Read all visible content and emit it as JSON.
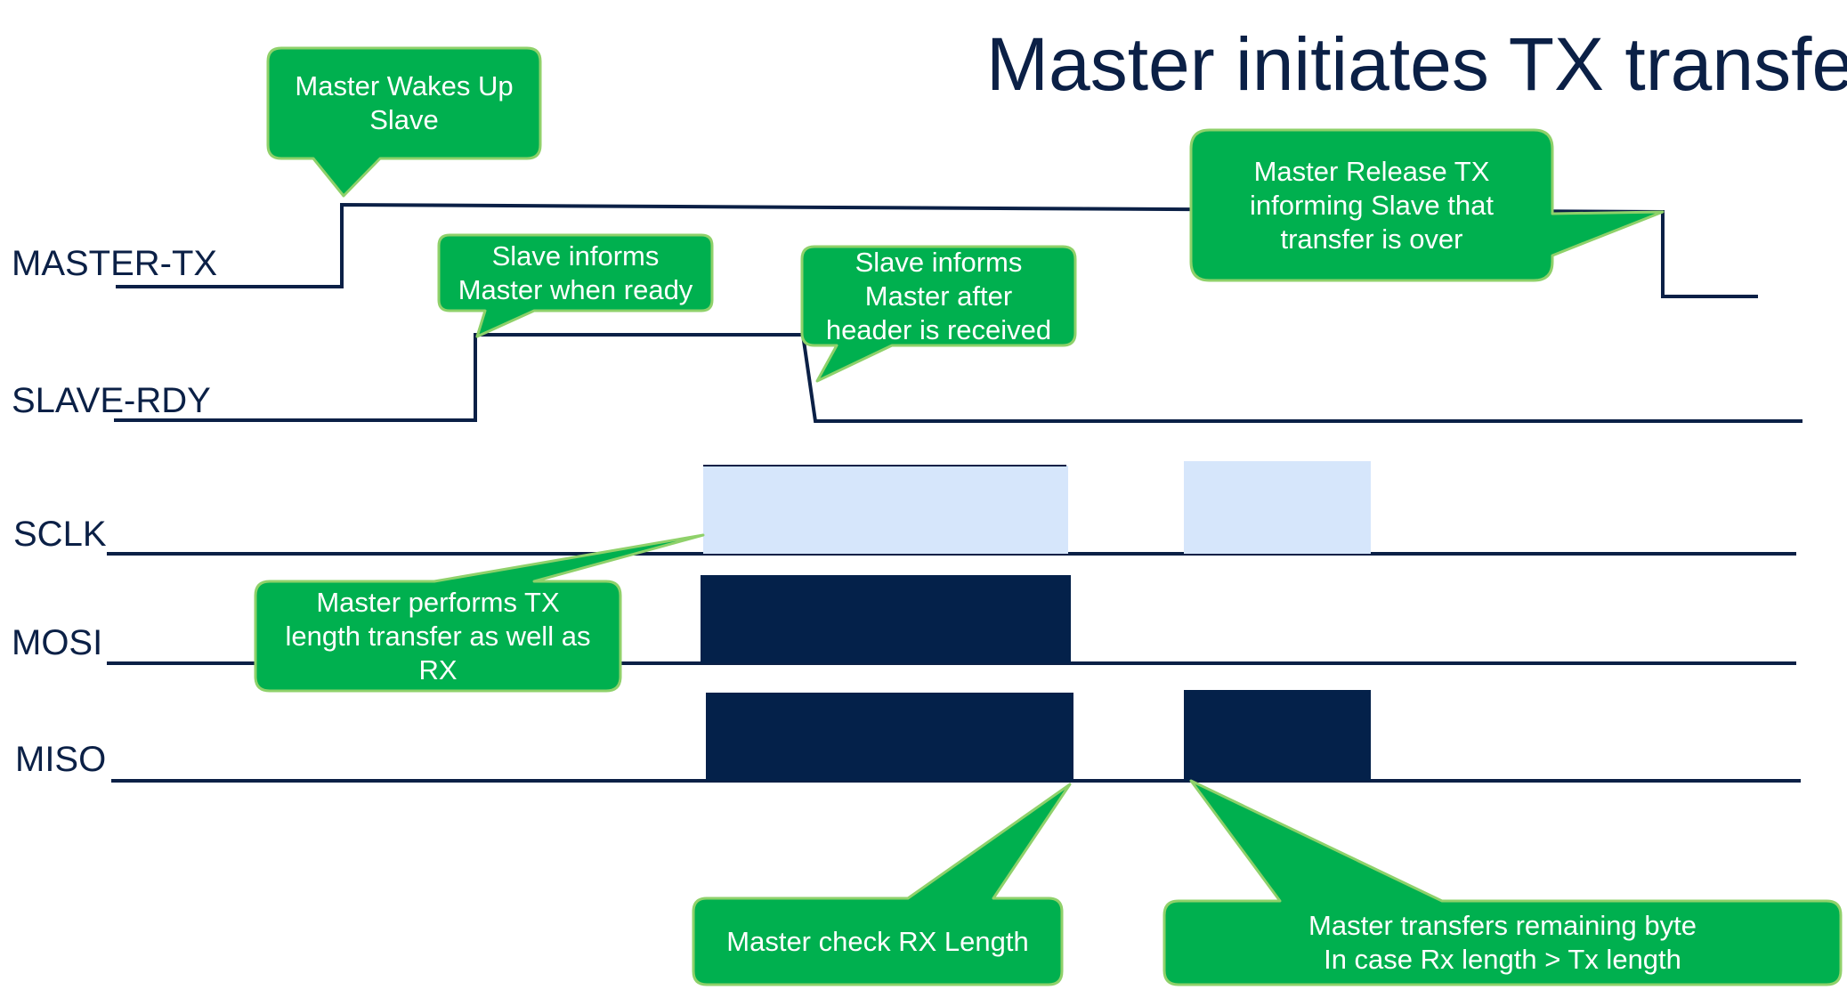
{
  "title": "Master initiates TX transfer",
  "signals": {
    "master_tx": "MASTER-TX",
    "slave_rdy": "SLAVE-RDY",
    "sclk": "SCLK",
    "mosi": "MOSI",
    "miso": "MISO"
  },
  "callouts": {
    "wake": [
      "Master Wakes Up",
      "Slave"
    ],
    "ready": [
      "Slave informs",
      "Master when ready"
    ],
    "header": [
      "Slave informs",
      "Master after",
      "header is received"
    ],
    "release": [
      "Master Release TX",
      "informing Slave that",
      "transfer is over"
    ],
    "tx_length": [
      "Master performs TX",
      "length transfer as well as",
      "RX"
    ],
    "rx_check": [
      "Master check RX Length"
    ],
    "remaining": [
      "Master transfers remaining byte",
      "In case Rx length > Tx length"
    ]
  },
  "colors": {
    "callout_fill": "#00b04f",
    "callout_border": "#8fd16a",
    "line": "#0b2046",
    "data_block": "#04214a",
    "clock_block": "#d6e6fb",
    "text_dark": "#0b2046"
  }
}
